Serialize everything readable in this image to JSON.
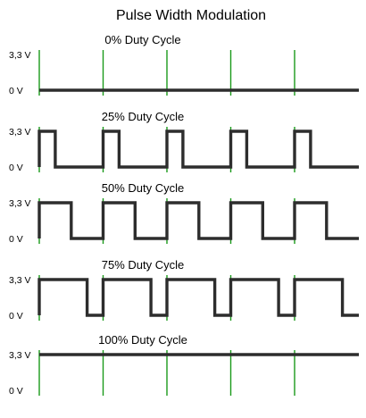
{
  "title": "Pulse Width Modulation",
  "colors": {
    "wave": "#2d2d2d",
    "period_marker": "#1a9a1a",
    "text": "#000000"
  },
  "levels": {
    "high_label": "3,3 V",
    "low_label": "0 V"
  },
  "periods_shown": 5,
  "panels": [
    {
      "title": "0% Duty Cycle",
      "duty_cycle": 0
    },
    {
      "title": "25% Duty Cycle",
      "duty_cycle": 25
    },
    {
      "title": "50% Duty Cycle",
      "duty_cycle": 50
    },
    {
      "title": "75% Duty Cycle",
      "duty_cycle": 75
    },
    {
      "title": "100% Duty Cycle",
      "duty_cycle": 100
    }
  ]
}
